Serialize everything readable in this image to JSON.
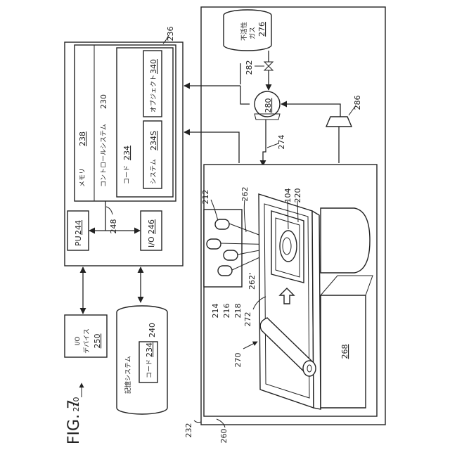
{
  "figure": {
    "title": "FIG. 7",
    "system_ref": "210",
    "apparatus_ref": "232",
    "chamber_ref": "260"
  },
  "computer": {
    "ref": "236",
    "memory": {
      "label": "メモリ",
      "ref": "238"
    },
    "control_system": {
      "label": "コントロールシステム",
      "ref": "230"
    },
    "code": {
      "label": "コード",
      "ref": "234"
    },
    "system": {
      "label": "システム",
      "ref": "234S"
    },
    "object": {
      "label": "オブジェクト",
      "ref": "340"
    },
    "pu": {
      "label": "PU",
      "ref": "244"
    },
    "io": {
      "label": "I/O",
      "ref": "246"
    },
    "bus_ref": "248"
  },
  "io_device": {
    "label1": "I/O",
    "label2": "デバイス",
    "ref": "250"
  },
  "storage": {
    "label": "記憶システム",
    "ref": "240",
    "code": {
      "label": "コード",
      "ref": "234"
    }
  },
  "gas": {
    "tank_label1": "不活性",
    "tank_label2": "ガス",
    "tank_ref": "276",
    "valve_ref": "282",
    "pump_ref": "280",
    "line_ref": "274",
    "filter_ref": "286"
  },
  "build": {
    "laser_unit_ref": "212",
    "laser_refs": [
      "214",
      "216",
      "218"
    ],
    "beam_ref": "262",
    "beam_ref_prime": "262'",
    "object_ref": "104",
    "plate_ref": "220",
    "powder_bed_ref": "272",
    "recoater_ref": "270",
    "reservoir_ref": "268"
  }
}
